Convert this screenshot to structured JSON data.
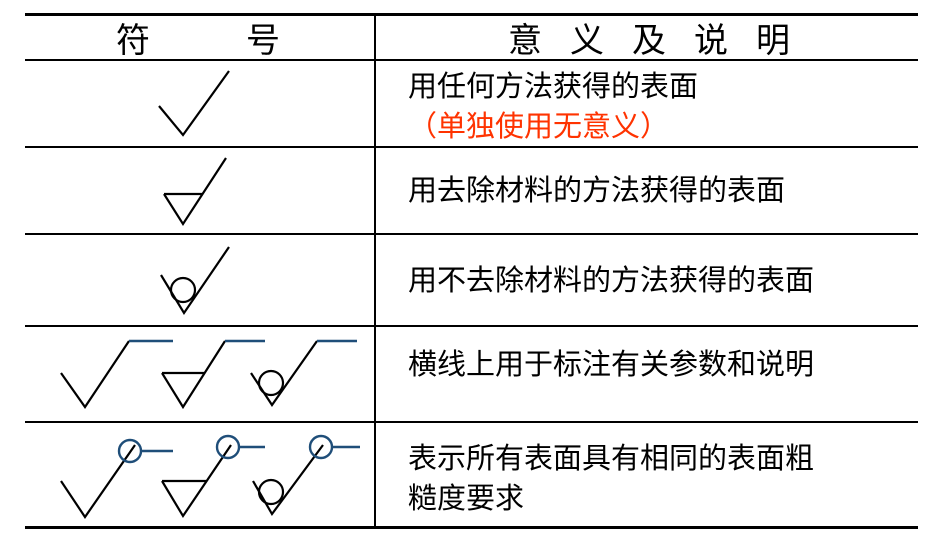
{
  "header": {
    "symbol_chars": [
      "符",
      "号"
    ],
    "meaning_chars": [
      "意",
      "义",
      "及",
      "说",
      "明"
    ]
  },
  "rows": [
    {
      "line1": "用任何方法获得的表面",
      "line2": "（单独使用无意义）"
    },
    {
      "line1": "用去除材料的方法获得的表面"
    },
    {
      "line1": "用不去除材料的方法获得的表面"
    },
    {
      "line1": "横线上用于标注有关参数和说明"
    },
    {
      "line1": "表示所有表面具有相同的表面粗",
      "line2": "糙度要求"
    }
  ],
  "colors": {
    "note": "#ff3300",
    "lead_line": "#1f4e79",
    "text": "#000000"
  },
  "symbols": {
    "row1": "basic-roughness-icon",
    "row2": "material-removal-roughness-icon",
    "row3": "no-material-removal-roughness-icon",
    "row4": "roughness-with-leader-line-icons",
    "row5": "all-surfaces-same-roughness-icons"
  }
}
